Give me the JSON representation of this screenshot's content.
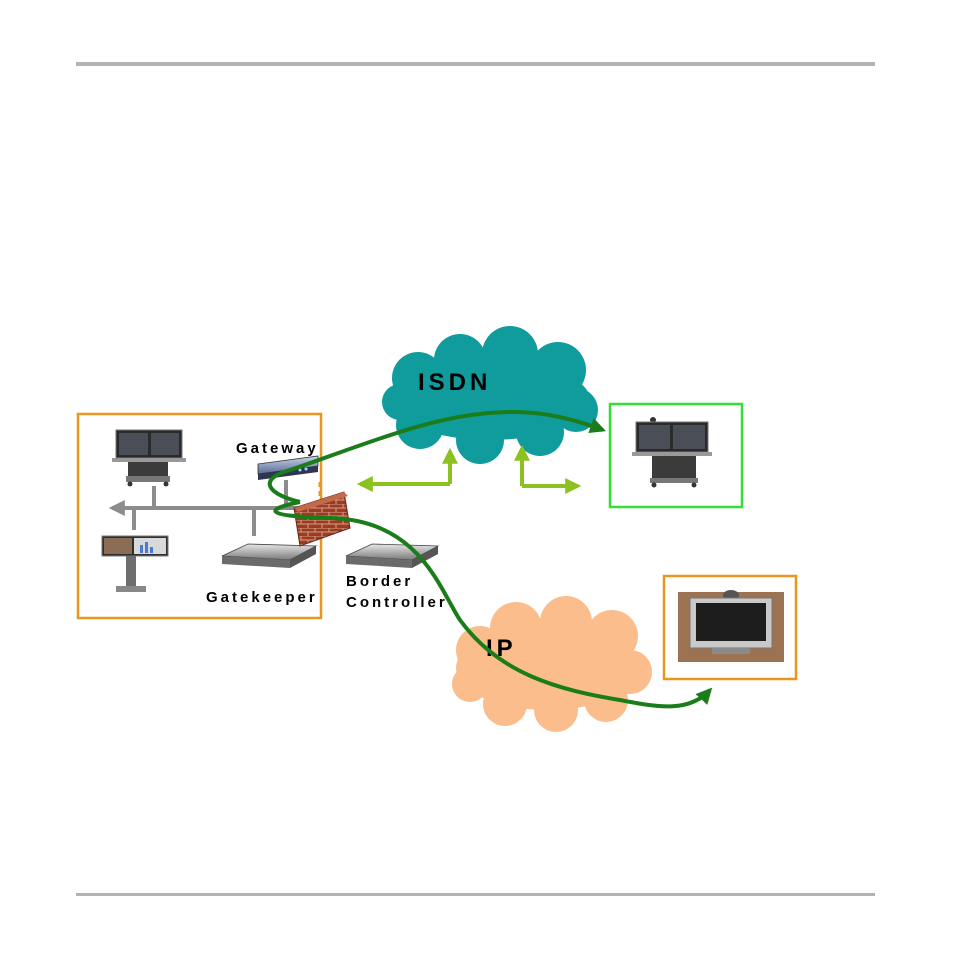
{
  "clouds": {
    "isdn_label": "ISDN",
    "ip_label": "IP"
  },
  "devices": {
    "gateway_label": "Gateway",
    "gatekeeper_label": "Gatekeeper",
    "border_controller_line1": "Border",
    "border_controller_line2": "Controller"
  },
  "colors": {
    "rule": "#b3b3b3",
    "local_box_border": "#e8961e",
    "remote_isdn_box_border": "#33e033",
    "isdn_cloud": "#109b9c",
    "ip_cloud": "#fbbd8c",
    "call_path": "#1a7d1a",
    "signal_arrows": "#8cc21f",
    "lan_bus": "#8c8c8c",
    "firewall": "#9b3b22"
  }
}
